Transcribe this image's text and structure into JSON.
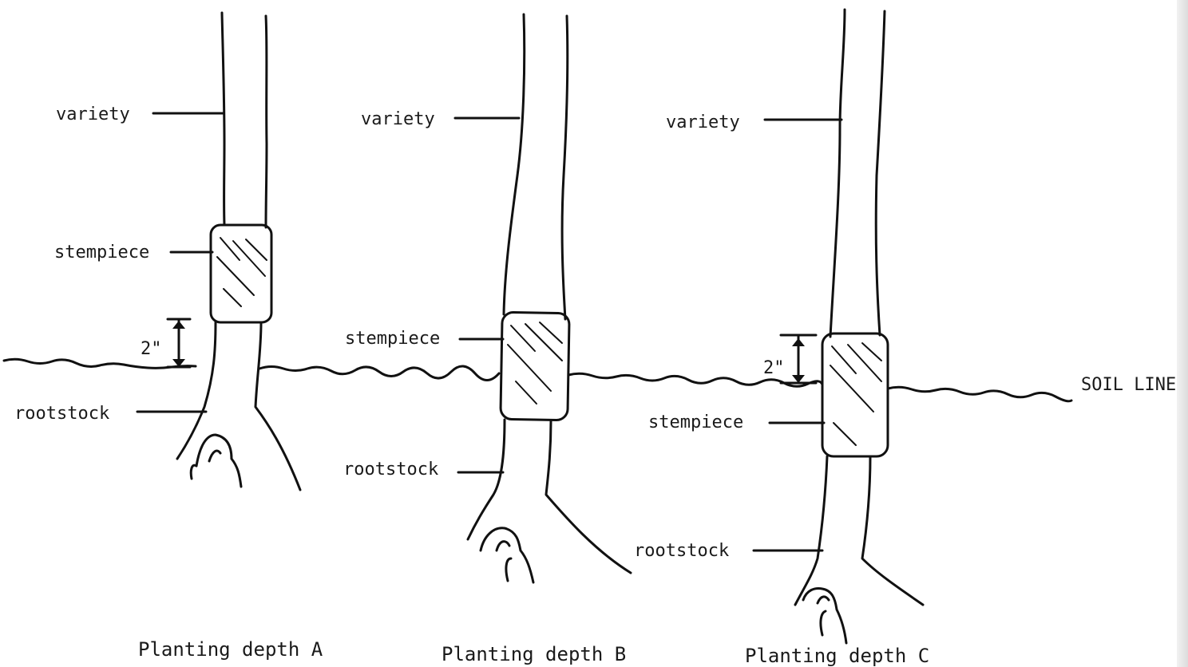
{
  "trees": [
    {
      "caption": "Planting depth A",
      "labels": {
        "variety": "variety",
        "stempiece": "stempiece",
        "rootstock": "rootstock"
      },
      "measurement": "2\""
    },
    {
      "caption": "Planting depth B",
      "labels": {
        "variety": "variety",
        "stempiece": "stempiece",
        "rootstock": "rootstock"
      }
    },
    {
      "caption": "Planting depth C",
      "labels": {
        "variety": "variety",
        "stempiece": "stempiece",
        "rootstock": "rootstock"
      },
      "measurement": "2\""
    }
  ],
  "soil_line": "SOIL LINE"
}
